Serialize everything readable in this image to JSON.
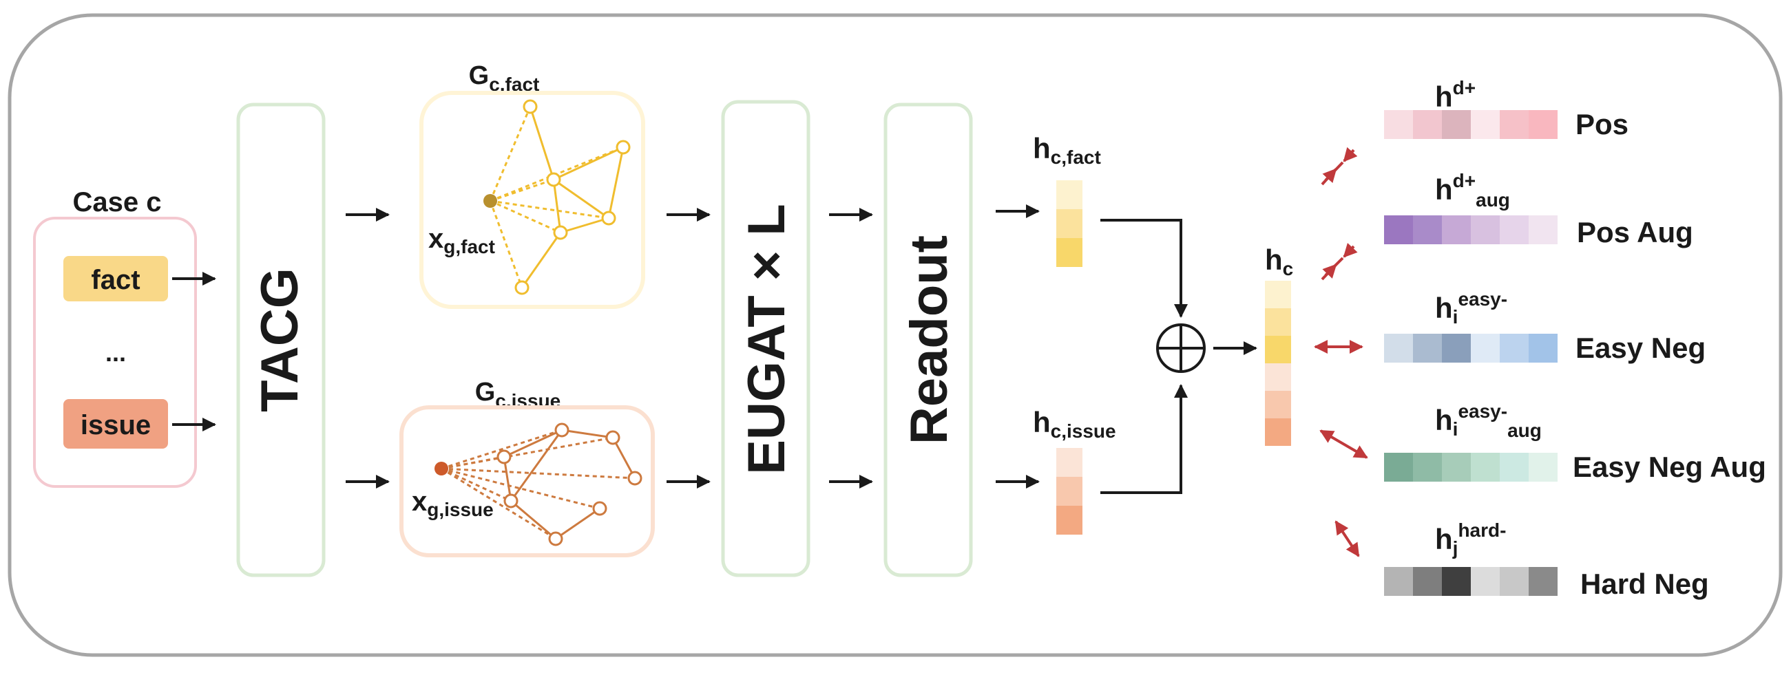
{
  "case": {
    "title": "Case c",
    "fact": "fact",
    "dots": "...",
    "issue": "issue"
  },
  "modules": {
    "tacg": "TACG",
    "eugat": "EUGAT × L",
    "readout": "Readout"
  },
  "graphs": {
    "fact": {
      "label_main": "G",
      "label_sub": "c,fact",
      "node_main": "x",
      "node_sub": "g,fact"
    },
    "issue": {
      "label_main": "G",
      "label_sub": "c,issue",
      "node_main": "x",
      "node_sub": "g,issue"
    }
  },
  "embeddings": {
    "h_fact": {
      "main": "h",
      "sub": "c,fact"
    },
    "h_issue": {
      "main": "h",
      "sub": "c,issue"
    },
    "h_c": {
      "main": "h",
      "sub": "c"
    }
  },
  "operator": "⊕",
  "samples": [
    {
      "key": "pos",
      "main": "h",
      "sub": "",
      "sup": "d+",
      "sub2": "",
      "label": "Pos",
      "colors": [
        "#f8dde2",
        "#f2c6cf",
        "#dcb4bd",
        "#fbe8ec",
        "#f6c1c8",
        "#f9b7bf"
      ]
    },
    {
      "key": "pos-aug",
      "main": "h",
      "sub": "",
      "sup": "d+",
      "sub2": "aug",
      "label": "Pos Aug",
      "colors": [
        "#9b77c0",
        "#a98bc9",
        "#c6a9d6",
        "#d8c1e0",
        "#e6d4ea",
        "#f1e4f0"
      ]
    },
    {
      "key": "easy-neg",
      "main": "h",
      "sub": "i",
      "sup": "easy-",
      "sub2": "",
      "label": "Easy Neg",
      "colors": [
        "#d2dde9",
        "#aabbd0",
        "#8a9fbb",
        "#dfeaf6",
        "#bcd3ee",
        "#a2c3e8"
      ]
    },
    {
      "key": "easy-neg-aug",
      "main": "h",
      "sub": "i",
      "sup": "easy-",
      "sub2": "aug",
      "label": "Easy Neg Aug",
      "colors": [
        "#7aab95",
        "#8fbba6",
        "#a7ccb9",
        "#bfe0d0",
        "#cce9e2",
        "#e1f2ea"
      ]
    },
    {
      "key": "hard-neg",
      "main": "h",
      "sub": "j",
      "sup": "hard-",
      "sub2": "",
      "label": "Hard Neg",
      "colors": [
        "#b4b4b4",
        "#7e7e7e",
        "#3f3f3f",
        "#dcdcdc",
        "#c8c8c8",
        "#8a8a8a"
      ]
    }
  ],
  "colors": {
    "frame": "#a6a6a6",
    "case_border": "#f4c9d0",
    "module_border": "#d9ead3",
    "fact_box": "#f9d888",
    "issue_box": "#f0a182",
    "fact_graph": "#f0bd2e",
    "fact_graph_bg": "#fff4d6",
    "issue_graph": "#cd7a3f",
    "issue_graph_bg": "#fbe0d0",
    "fact_vec": [
      "#fdf2cf",
      "#fbe29d",
      "#f8d76a"
    ],
    "issue_vec": [
      "#fbe4d7",
      "#f8c8ad",
      "#f3a982"
    ],
    "hc_vec": [
      "#fdf2cf",
      "#fbe29d",
      "#f8d76a",
      "#fbe4d7",
      "#f8c8ad",
      "#f3a982"
    ],
    "arrow": "#1a1a1a",
    "contrast_arrow": "#c0393b"
  }
}
